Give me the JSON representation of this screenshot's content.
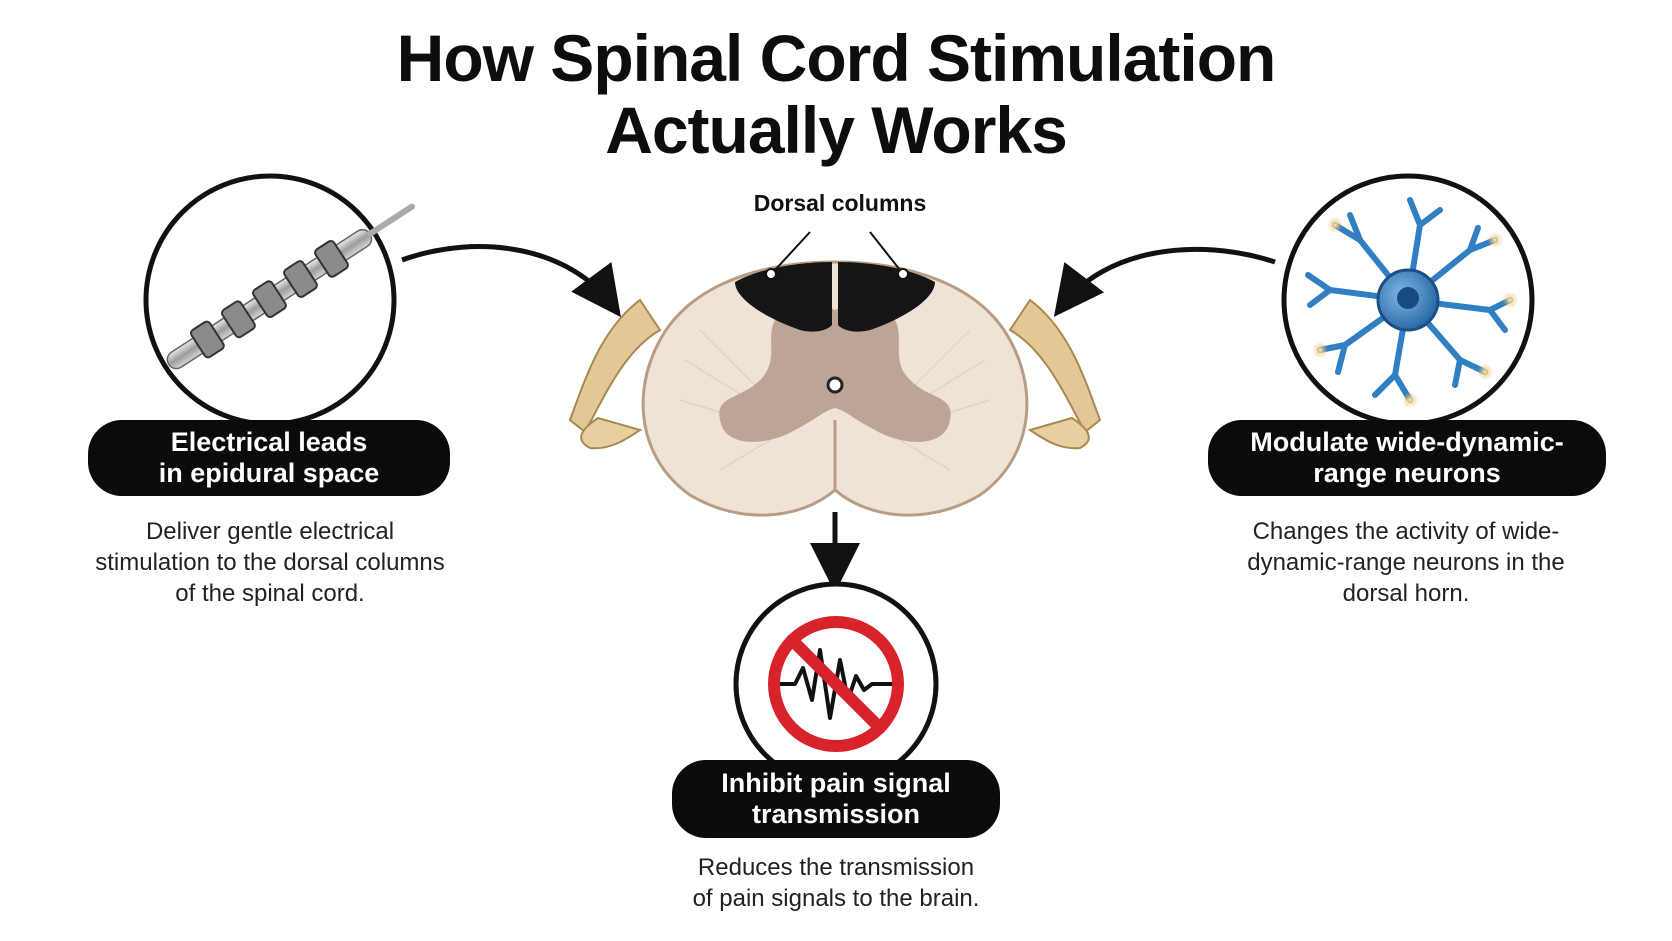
{
  "title": {
    "line1": "How Spinal Cord Stimulation",
    "line2": "Actually Works"
  },
  "center_label": "Dorsal columns",
  "steps": {
    "left": {
      "icon": "electrode-lead-icon",
      "label_line1": "Electrical leads",
      "label_line2": "in epidural space",
      "desc_line1": "Deliver gentle electrical",
      "desc_line2": "stimulation to the dorsal columns",
      "desc_line3": "of the spinal cord."
    },
    "right": {
      "icon": "neuron-icon",
      "label_line1": "Modulate wide-dynamic-",
      "label_line2": "range neurons",
      "desc_line1": "Changes the activity of wide-",
      "desc_line2": "dynamic-range neurons in the",
      "desc_line3": "dorsal horn."
    },
    "bottom": {
      "icon": "no-pain-signal-icon",
      "label_line1": "Inhibit pain signal",
      "label_line2": "transmission",
      "desc_line1": "Reduces the transmission",
      "desc_line2": "of pain signals to the brain."
    }
  },
  "colors": {
    "pill_bg": "#0b0b0b",
    "prohibition_red": "#d8232a",
    "neuron_blue": "#2f7fc2",
    "white_matter": "#efe2d6",
    "gray_matter": "#b49a8a",
    "dorsal_column": "#151515",
    "nerve_root": "#e3c795"
  }
}
